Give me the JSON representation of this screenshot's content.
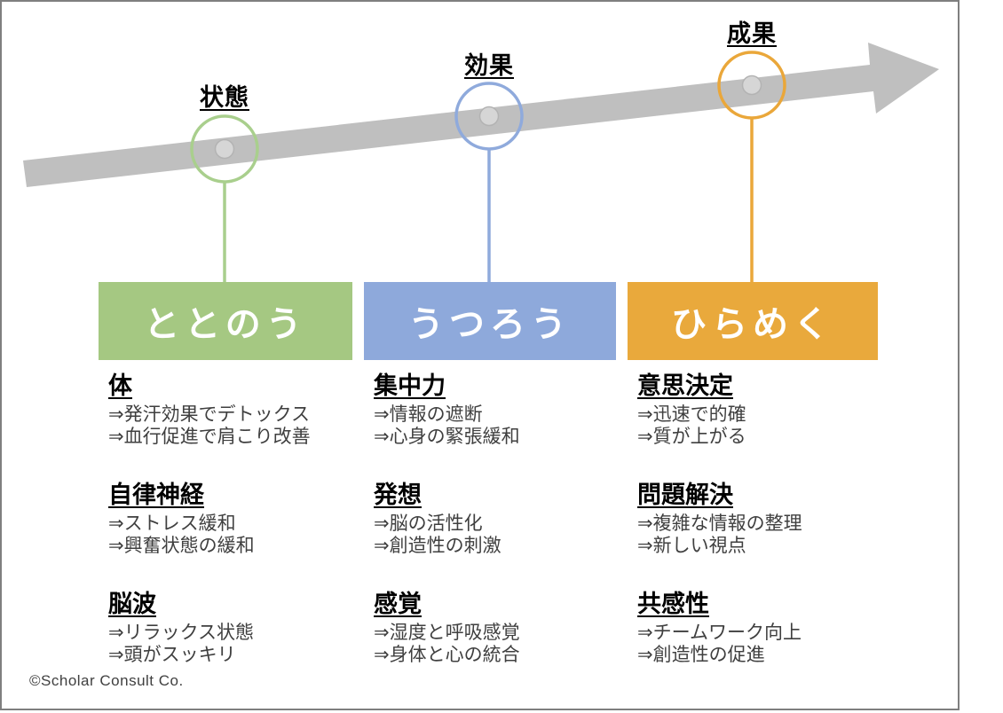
{
  "arrow": {
    "color": "#bfbfbf"
  },
  "dot": {
    "fill": "#d6d6d6",
    "stroke": "#b3b3b3"
  },
  "frame": {
    "color": "#7f7f7f"
  },
  "milestones": [
    {
      "label": "状態",
      "ring_color": "#a9cf8d"
    },
    {
      "label": "効果",
      "ring_color": "#8faadc"
    },
    {
      "label": "成果",
      "ring_color": "#eaa73a"
    }
  ],
  "columns": [
    {
      "title": "ととのう",
      "color": "#a5c882",
      "sections": [
        {
          "heading": "体",
          "items": [
            "⇒発汗効果でデトックス",
            "⇒血行促進で肩こり改善"
          ]
        },
        {
          "heading": "自律神経",
          "items": [
            "⇒ストレス緩和",
            "⇒興奮状態の緩和"
          ]
        },
        {
          "heading": "脳波",
          "items": [
            "⇒リラックス状態",
            "⇒頭がスッキリ"
          ]
        }
      ]
    },
    {
      "title": "うつろう",
      "color": "#8ea9db",
      "sections": [
        {
          "heading": "集中力",
          "items": [
            "⇒情報の遮断",
            "⇒心身の緊張緩和"
          ]
        },
        {
          "heading": "発想",
          "items": [
            "⇒脳の活性化",
            "⇒創造性の刺激"
          ]
        },
        {
          "heading": "感覚",
          "items": [
            "⇒湿度と呼吸感覚",
            "⇒身体と心の統合"
          ]
        }
      ]
    },
    {
      "title": "ひらめく",
      "color": "#e9a93c",
      "sections": [
        {
          "heading": "意思決定",
          "items": [
            "⇒迅速で的確",
            "⇒質が上がる"
          ]
        },
        {
          "heading": "問題解決",
          "items": [
            "⇒複雑な情報の整理",
            "⇒新しい視点"
          ]
        },
        {
          "heading": "共感性",
          "items": [
            "⇒チームワーク向上",
            "⇒創造性の促進"
          ]
        }
      ]
    }
  ],
  "footer": {
    "copyright": "©Scholar Consult Co."
  }
}
